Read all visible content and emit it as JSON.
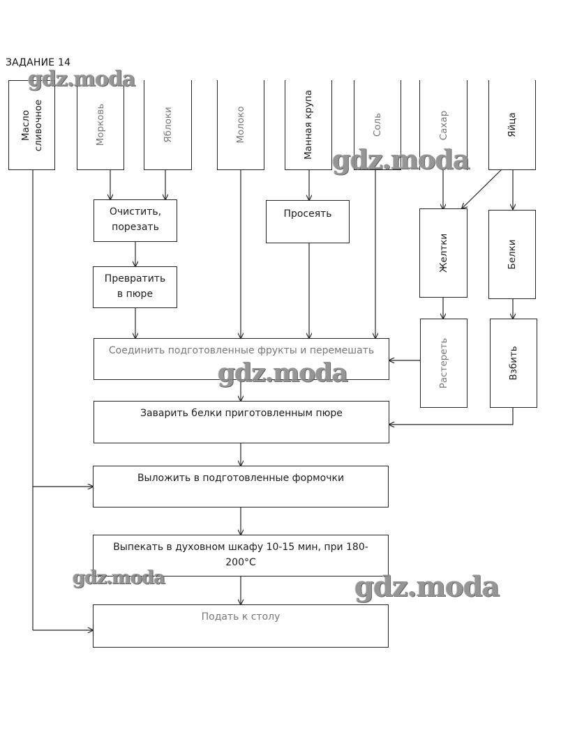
{
  "title": "ЗАДАНИЕ 14",
  "ingredients": [
    {
      "id": "butter",
      "label": "Масло сливочное"
    },
    {
      "id": "carrot",
      "label": "Морковь"
    },
    {
      "id": "apples",
      "label": "Яблоки"
    },
    {
      "id": "milk",
      "label": "Молоко"
    },
    {
      "id": "semolina",
      "label": "Манная крупа"
    },
    {
      "id": "salt",
      "label": "Соль"
    },
    {
      "id": "sugar",
      "label": "Сахар"
    },
    {
      "id": "eggs",
      "label": "Яйца"
    }
  ],
  "steps": {
    "peel": "Очистить, порезать",
    "puree": "Превратить в пюре",
    "sift": "Просеять",
    "yolks": "Желтки",
    "whites": "Белки",
    "rub": "Растереть",
    "whip": "Взбить",
    "combine": "Соединить подготовленные фрукты и перемешать",
    "brew": "Заварить белки приготовленным пюре",
    "mold": "Выложить в подготовленные формочки",
    "bake": "Выпекать в духовном шкафу 10-15 мин, при 180-200°С",
    "serve": "Подать к столу"
  },
  "watermark": "gdz.moda"
}
